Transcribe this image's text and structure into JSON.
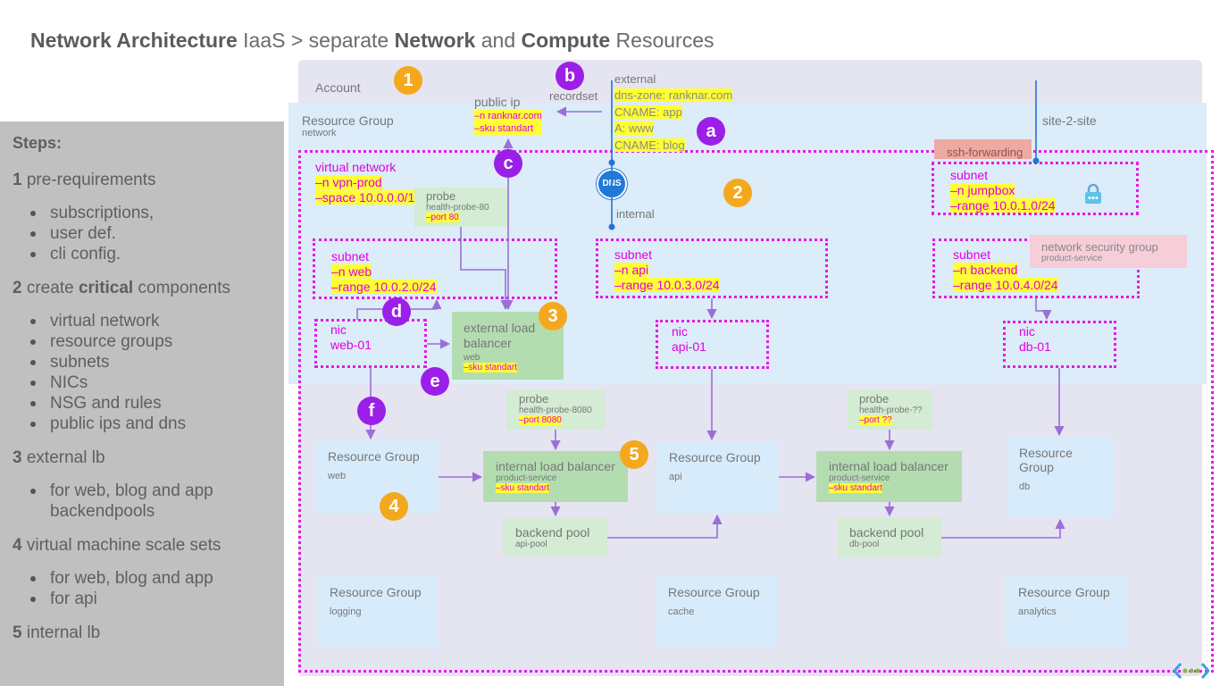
{
  "title": {
    "part1": "Network Architecture",
    "part2": " IaaS > separate ",
    "part3": "Network",
    "part4": " and ",
    "part5": "Compute",
    "part6": " Resources"
  },
  "steps": {
    "heading": "Steps:",
    "items": [
      {
        "num": "1",
        "pre": " pre-requirements",
        "bold": "",
        "post": "",
        "bullets": [
          "subscriptions,",
          "user def.",
          "cli config."
        ]
      },
      {
        "num": "2",
        "pre": " create ",
        "bold": "critical",
        "post": " components",
        "bullets": [
          "virtual network",
          "resource groups",
          "subnets",
          "NICs",
          "NSG and rules",
          "public ips and dns"
        ]
      },
      {
        "num": "3",
        "pre": " external lb",
        "bold": "",
        "post": "",
        "bullets": [
          "for web, blog and app backendpools"
        ]
      },
      {
        "num": "4",
        "pre": " virtual machine scale sets",
        "bold": "",
        "post": "",
        "bullets": [
          "for web, blog and app",
          "for api"
        ]
      },
      {
        "num": "5",
        "pre": " internal lb",
        "bold": "",
        "post": "",
        "bullets": []
      }
    ]
  },
  "diagram": {
    "account": "Account",
    "rg_network_title": "Resource Group",
    "rg_network_sub": "network",
    "site2site": "site-2-site",
    "public_ip": {
      "title": "public ip",
      "line1": "–n ranknar.com",
      "line2": "–sku standart"
    },
    "recordset": "recordset",
    "external": "external",
    "internal": "internal",
    "dns_label": "DNS",
    "dns_zone": {
      "line1": "dns-zone: ranknar.com",
      "line2": " CNAME: app",
      "line3": " A: www",
      "line4": " CNAME: blog"
    },
    "ssh_forwarding": "ssh-forwarding",
    "vnet": {
      "title": "virtual network",
      "line1": "–n vpn-prod",
      "line2": "–space 10.0.0.0/16"
    },
    "probe80": {
      "title": "probe",
      "sub": "health-probe-80",
      "port": "–port 80"
    },
    "subnet_web": {
      "title": "subnet",
      "line1": "–n web",
      "line2": "–range 10.0.2.0/24"
    },
    "subnet_api": {
      "title": "subnet",
      "line1": "–n api",
      "line2": "–range 10.0.3.0/24"
    },
    "subnet_jump": {
      "title": "subnet",
      "line1": "–n jumpbox",
      "line2": "–range 10.0.1.0/24"
    },
    "subnet_backend": {
      "title": "subnet",
      "line1": "–n backend",
      "line2": "–range 10.0.4.0/24"
    },
    "nsg": {
      "title": "network security group",
      "sub": "product-service"
    },
    "nic_web": {
      "title": "nic",
      "name": "web-01"
    },
    "nic_api": {
      "title": "nic",
      "name": "api-01"
    },
    "nic_db": {
      "title": "nic",
      "name": "db-01"
    },
    "ext_lb": {
      "title1": "external load",
      "title2": "balancer",
      "sub": "web",
      "sku": "–sku standart"
    },
    "probe8080": {
      "title": "probe",
      "sub": "health-probe-8080",
      "port": "–port 8080"
    },
    "probe_q": {
      "title": "probe",
      "sub": "health-probe-??",
      "port": "–port ??"
    },
    "rg_web": {
      "title": "Resource Group",
      "sub": "web"
    },
    "rg_api": {
      "title": "Resource Group",
      "sub": "api"
    },
    "rg_db": {
      "title": "Resource Group",
      "sub": "db"
    },
    "rg_logging": {
      "title": "Resource Group",
      "sub": "logging"
    },
    "rg_cache": {
      "title": "Resource Group",
      "sub": "cache"
    },
    "rg_analytics": {
      "title": "Resource Group",
      "sub": "analytics"
    },
    "int_lb1": {
      "title": "internal load balancer",
      "sub": "product-service",
      "sku": "–sku standart"
    },
    "int_lb2": {
      "title": "internal load balancer",
      "sub": "product-service",
      "sku": "–sku standart"
    },
    "pool_api": {
      "title": "backend pool",
      "sub": "api-pool"
    },
    "pool_db": {
      "title": "backend pool",
      "sub": "db-pool"
    },
    "badges_num": [
      "1",
      "2",
      "3",
      "4",
      "5"
    ],
    "badges_letter": [
      "a",
      "b",
      "c",
      "d",
      "e",
      "f"
    ]
  },
  "colors": {
    "steps_bg": "#c0c0c0",
    "account_bg": "#e5e4f1",
    "network_rg_bg": "#dcecf8",
    "dotted": "#e61ae6",
    "highlight": "#ffff33",
    "badge_orange": "#f4a81d",
    "badge_purple": "#9b1fe8",
    "arrow": "#9a6fd6"
  }
}
